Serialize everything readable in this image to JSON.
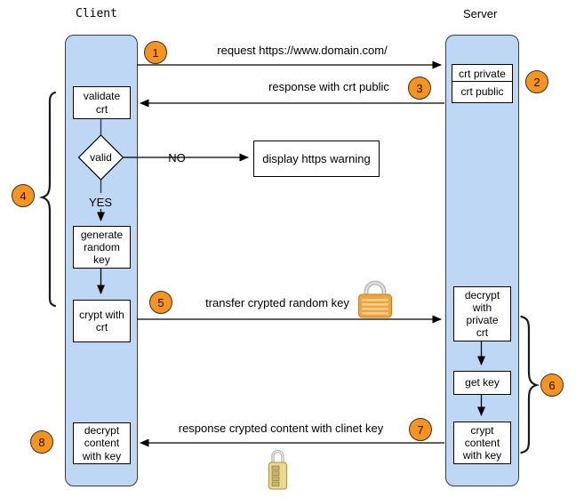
{
  "lanes": {
    "client_title": "Client",
    "server_title": "Server"
  },
  "nodes": {
    "validate": "validate\ncrt",
    "decision": "valid",
    "generate": "generate\nrandom\nkey",
    "crypt_with_crt": "crypt with\ncrt",
    "decrypt_content": "decrypt\ncontent\nwith key",
    "crt_private": "crt private",
    "crt_public": "crt public",
    "decrypt_private": "decrypt\nwith\nprivate\ncrt",
    "get_key": "get key",
    "crypt_content": "crypt\ncontent\nwith key",
    "warning": "display https warning"
  },
  "branch": {
    "no": "NO",
    "yes": "YES"
  },
  "messages": {
    "request": "request https://www.domain.com/",
    "response_public": "response with crt public",
    "transfer": "transfer crypted random key",
    "response_content": "response crypted content with clinet key"
  },
  "steps": [
    "1",
    "2",
    "3",
    "4",
    "5",
    "6",
    "7",
    "8"
  ],
  "icons": {
    "padlock": "closed-padlock-icon",
    "combination": "combination-padlock-icon"
  },
  "colors": {
    "lane_fill": "#BDD7F5",
    "lane_border": "#3B3B3B",
    "step_fill": "#F7941E",
    "arrow": "#000000",
    "padlock_body": "#F2A33C",
    "shackle": "#AAAAAA"
  }
}
